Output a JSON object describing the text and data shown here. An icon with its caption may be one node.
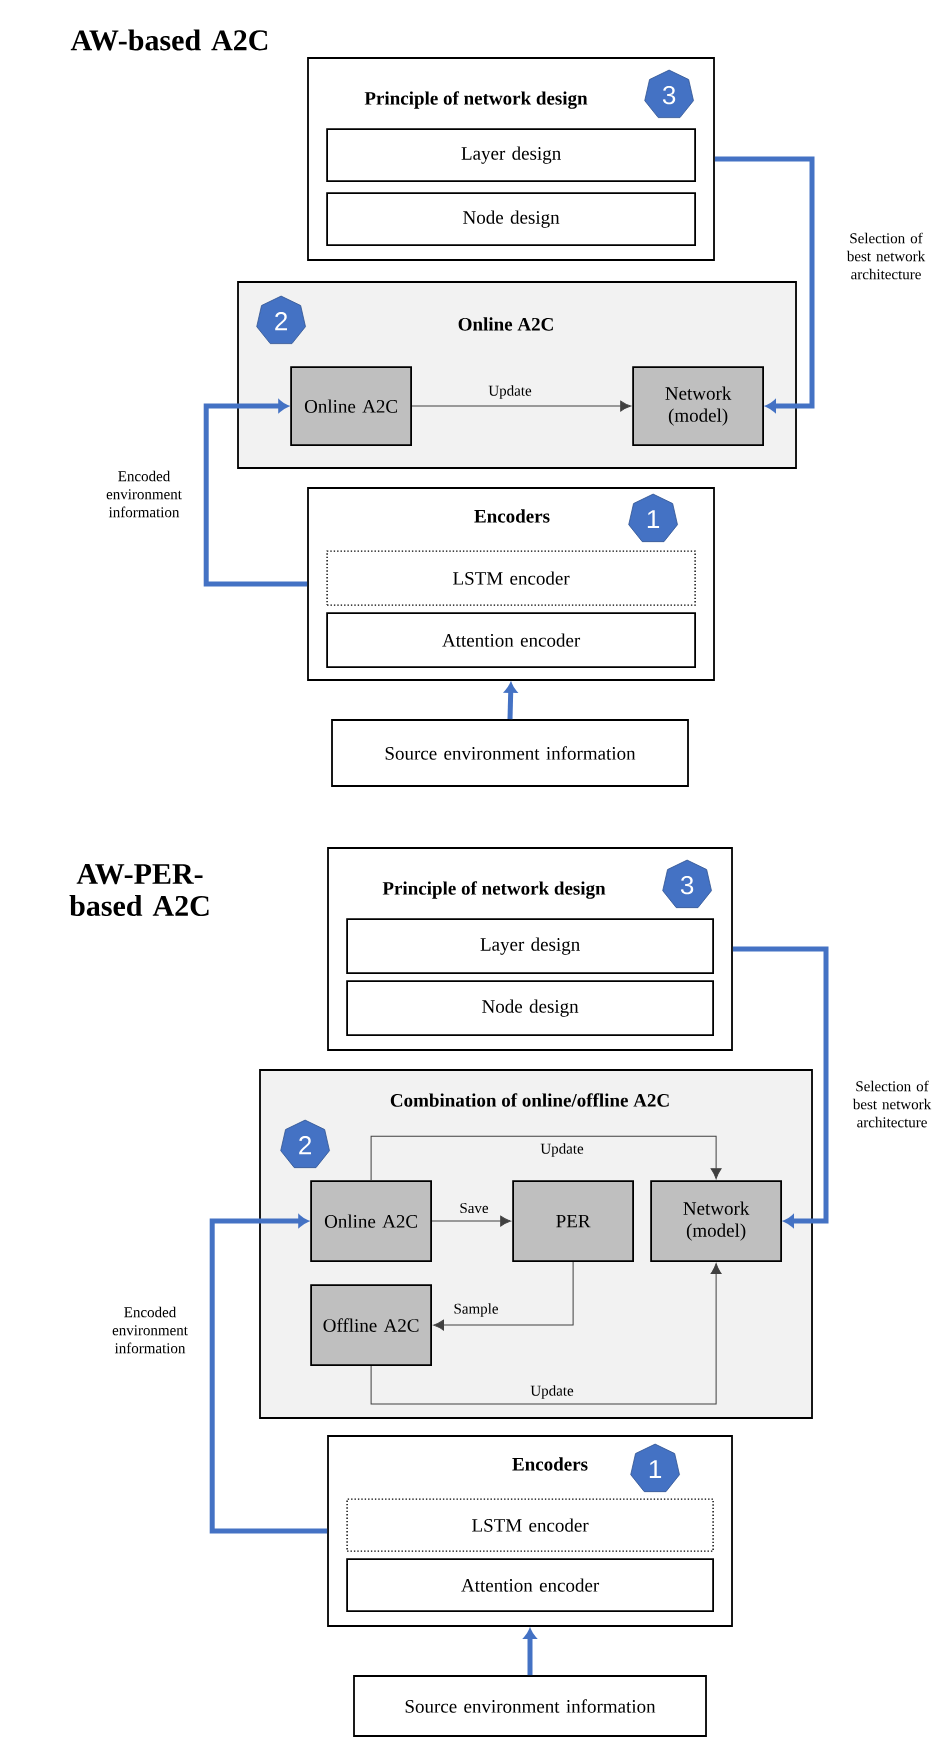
{
  "diagram": {
    "nodes": [
      {
        "text": [
          "Principle of network design"
        ]
      },
      {
        "text": [
          "3"
        ],
        "in": 0
      },
      {
        "text": [
          "Layer design"
        ],
        "in": 0
      },
      {
        "text": [
          "Node design"
        ],
        "in": 0
      },
      {
        "text": [
          "Online A2C"
        ]
      },
      {
        "text": [
          "2"
        ],
        "in": 4
      },
      {
        "text": [
          "Online A2C"
        ],
        "in": 4
      },
      {
        "text": [
          "Network (model)"
        ],
        "in": 4
      },
      {
        "text": [
          "Encoders"
        ]
      },
      {
        "text": [
          "1"
        ],
        "in": 8
      },
      {
        "text": [
          "LSTM encoder"
        ],
        "in": 8
      },
      {
        "text": [
          "Attention encoder"
        ],
        "in": 8
      },
      {
        "text": [
          "Source environment information"
        ]
      },
      {
        "text": [
          "Principle of network design"
        ]
      },
      {
        "text": [
          "3"
        ],
        "in": 13
      },
      {
        "text": [
          "Layer design"
        ],
        "in": 13
      },
      {
        "text": [
          "Node design"
        ],
        "in": 13
      },
      {
        "text": [
          "Combination of online/offline A2C"
        ]
      },
      {
        "text": [
          "2"
        ],
        "in": 17
      },
      {
        "text": [
          "Online A2C"
        ],
        "in": 17
      },
      {
        "text": [
          "PER"
        ],
        "in": 17
      },
      {
        "text": [
          "Network (model)"
        ],
        "in": 17
      },
      {
        "text": [
          "Offline A2C"
        ],
        "in": 17
      },
      {
        "text": [
          "Encoders"
        ]
      },
      {
        "text": [
          "1"
        ],
        "in": 23
      },
      {
        "text": [
          "LSTM encoder"
        ],
        "in": 23
      },
      {
        "text": [
          "Attention encoder"
        ],
        "in": 23
      },
      {
        "text": [
          "Source environment information"
        ]
      }
    ],
    "edges": [
      {
        "from": 6,
        "to": 7,
        "arrow": "to",
        "label": "Update",
        "color": "#404040"
      },
      {
        "from": 0,
        "to": 7,
        "arrow": "to",
        "label": "Selection of best network architecture"
      },
      {
        "from": 8,
        "to": 6,
        "arrow": "to",
        "label": "Encoded environment information"
      },
      {
        "from": 12,
        "to": 8,
        "arrow": "to"
      },
      {
        "from": 19,
        "to": 20,
        "arrow": "to",
        "label": "Save",
        "color": "#404040"
      },
      {
        "from": 19,
        "to": 21,
        "arrow": "to",
        "label": "Update",
        "color": "#404040"
      },
      {
        "from": 20,
        "to": 22,
        "arrow": "to",
        "label": "Sample",
        "color": "#404040"
      },
      {
        "from": 22,
        "to": 21,
        "arrow": "to",
        "label": "Update",
        "color": "#404040"
      },
      {
        "from": 13,
        "to": 21,
        "arrow": "to",
        "label": "Selection of best network architecture"
      },
      {
        "from": 23,
        "to": 19,
        "arrow": "to",
        "label": "Encoded environment information"
      },
      {
        "from": 27,
        "to": 23,
        "arrow": "to"
      }
    ],
    "labels": [
      "AW-based A2C",
      "AW-PER-based A2C"
    ]
  }
}
